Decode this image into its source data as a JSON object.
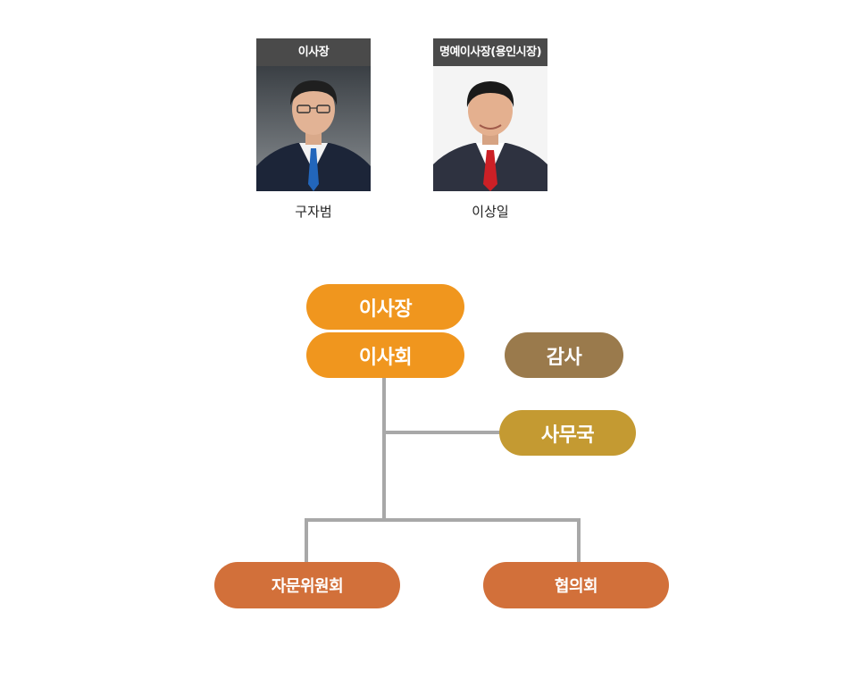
{
  "profiles": [
    {
      "role": "이사장",
      "name": "구자범"
    },
    {
      "role": "명예이사장(용인시장)",
      "name": "이상일"
    }
  ],
  "org_chart": {
    "chairman": "이사장",
    "board": "이사회",
    "auditor": "감사",
    "secretariat": "사무국",
    "advisory": "자문위원회",
    "council": "협의회"
  },
  "colors": {
    "orange": "#f0961e",
    "brown": "#9a7a4c",
    "gold": "#c49a32",
    "rust": "#d2703a",
    "line": "#a8a8a8",
    "header": "#4a4a4a"
  }
}
